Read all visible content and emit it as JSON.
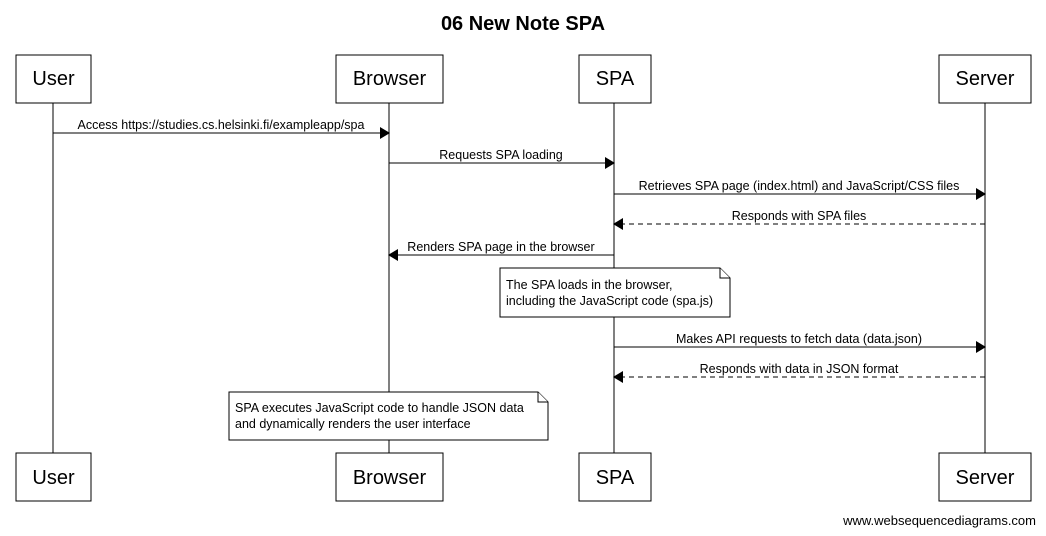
{
  "title": "06 New Note SPA",
  "actors": [
    {
      "id": "user",
      "label": "User"
    },
    {
      "id": "browser",
      "label": "Browser"
    },
    {
      "id": "spa",
      "label": "SPA"
    },
    {
      "id": "server",
      "label": "Server"
    }
  ],
  "messages": [
    {
      "from": "user",
      "to": "browser",
      "label": "Access https://studies.cs.helsinki.fi/exampleapp/spa",
      "dashed": false
    },
    {
      "from": "browser",
      "to": "spa",
      "label": "Requests SPA loading",
      "dashed": false
    },
    {
      "from": "spa",
      "to": "server",
      "label": "Retrieves SPA page (index.html) and JavaScript/CSS files",
      "dashed": false
    },
    {
      "from": "server",
      "to": "spa",
      "label": "Responds with SPA files",
      "dashed": true
    },
    {
      "from": "spa",
      "to": "browser",
      "label": "Renders SPA page in the browser",
      "dashed": false
    },
    {
      "from": "spa",
      "to": "server",
      "label": "Makes API requests to fetch data (data.json)",
      "dashed": false
    },
    {
      "from": "server",
      "to": "spa",
      "label": "Responds with data in JSON format",
      "dashed": true
    }
  ],
  "notes": [
    {
      "lines": [
        "The SPA loads in the browser,",
        "including the JavaScript code (spa.js)"
      ]
    },
    {
      "lines": [
        "SPA executes JavaScript code to handle JSON data",
        "and dynamically renders the user interface"
      ]
    }
  ],
  "watermark": "www.websequencediagrams.com"
}
